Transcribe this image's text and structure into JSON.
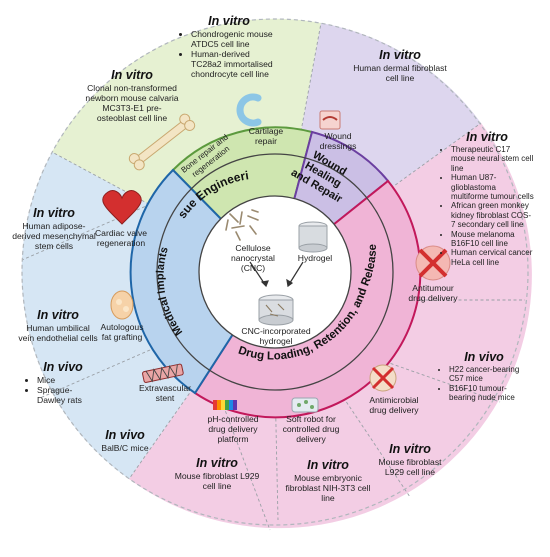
{
  "center": {
    "cellulose": "Cellulose nanocrystal (CNC)",
    "hydrogel": "Hydrogel",
    "combined": "CNC-incorporated hydrogel"
  },
  "rings": {
    "tissue": "Tissue Engineering",
    "wound": [
      "Wound",
      "Healing",
      "and Repair"
    ],
    "drug": "Drug Loading, Retention, and Release",
    "medical": "Medical Implants"
  },
  "middle_items": {
    "bone": "Bone repair and regeneration",
    "cartilage": "Cartilage repair",
    "wound_dressings": "Wound dressings",
    "antitumour": "Antitumour drug delivery",
    "antimicrobial": "Antimicrobial drug delivery",
    "soft_robot": "Soft robot for controlled drug delivery",
    "ph": "pH-controlled drug delivery platform",
    "stent": "Extravascular stent",
    "fat": "Autologous fat grafting",
    "cardiac": "Cardiac valve regeneration"
  },
  "outer": {
    "in_vitro": "In vitro",
    "in_vivo": "In vivo",
    "te_top": [
      "Chondrogenic mouse ATDC5 cell line",
      "Human-derived TC28a2 immortalised chondrocyte cell line"
    ],
    "te_left": "Clonal non-transformed newborn mouse calvaria MC3T3-E1 pre-osteoblast cell line",
    "wound": "Human dermal fibroblast cell line",
    "drug_right_vitro": [
      "Therapeutic C17 mouse neural stem cell line",
      "Human U87-glioblastoma multiforme tumour cells",
      "African green monkey kidney fibroblast COS-7 secondary cell line",
      "Mouse melanoma B16F10 cell line",
      "Human cervical cancer HeLa cell line"
    ],
    "drug_right_vivo": [
      "H22 cancer-bearing C57 mice",
      "B16F10 tumour-bearing nude mice"
    ],
    "drug_b1": "Mouse fibroblast L929 cell line",
    "drug_b2": "Mouse embryonic fibroblast NIH-3T3 cell line",
    "drug_b3": "Mouse fibroblast L929 cell line",
    "med_adipose": "Human adipose-derived mesenchymal stem cells",
    "med_umbilical": "Human umbilical vein endothelial cells",
    "med_vivo_list": [
      "Mice",
      "Sprague-Dawley rats"
    ],
    "med_balb": "BalB/C mice"
  },
  "colors": {
    "tissue": "#e6f1d2",
    "wound": "#ddd6ee",
    "drug": "#f3cde4",
    "medical": "#d6e6f4",
    "ring_green": "#5c9a3e",
    "ring_purple": "#6b3fa0",
    "ring_magenta": "#c2185b",
    "ring_blue": "#1f66a8"
  }
}
